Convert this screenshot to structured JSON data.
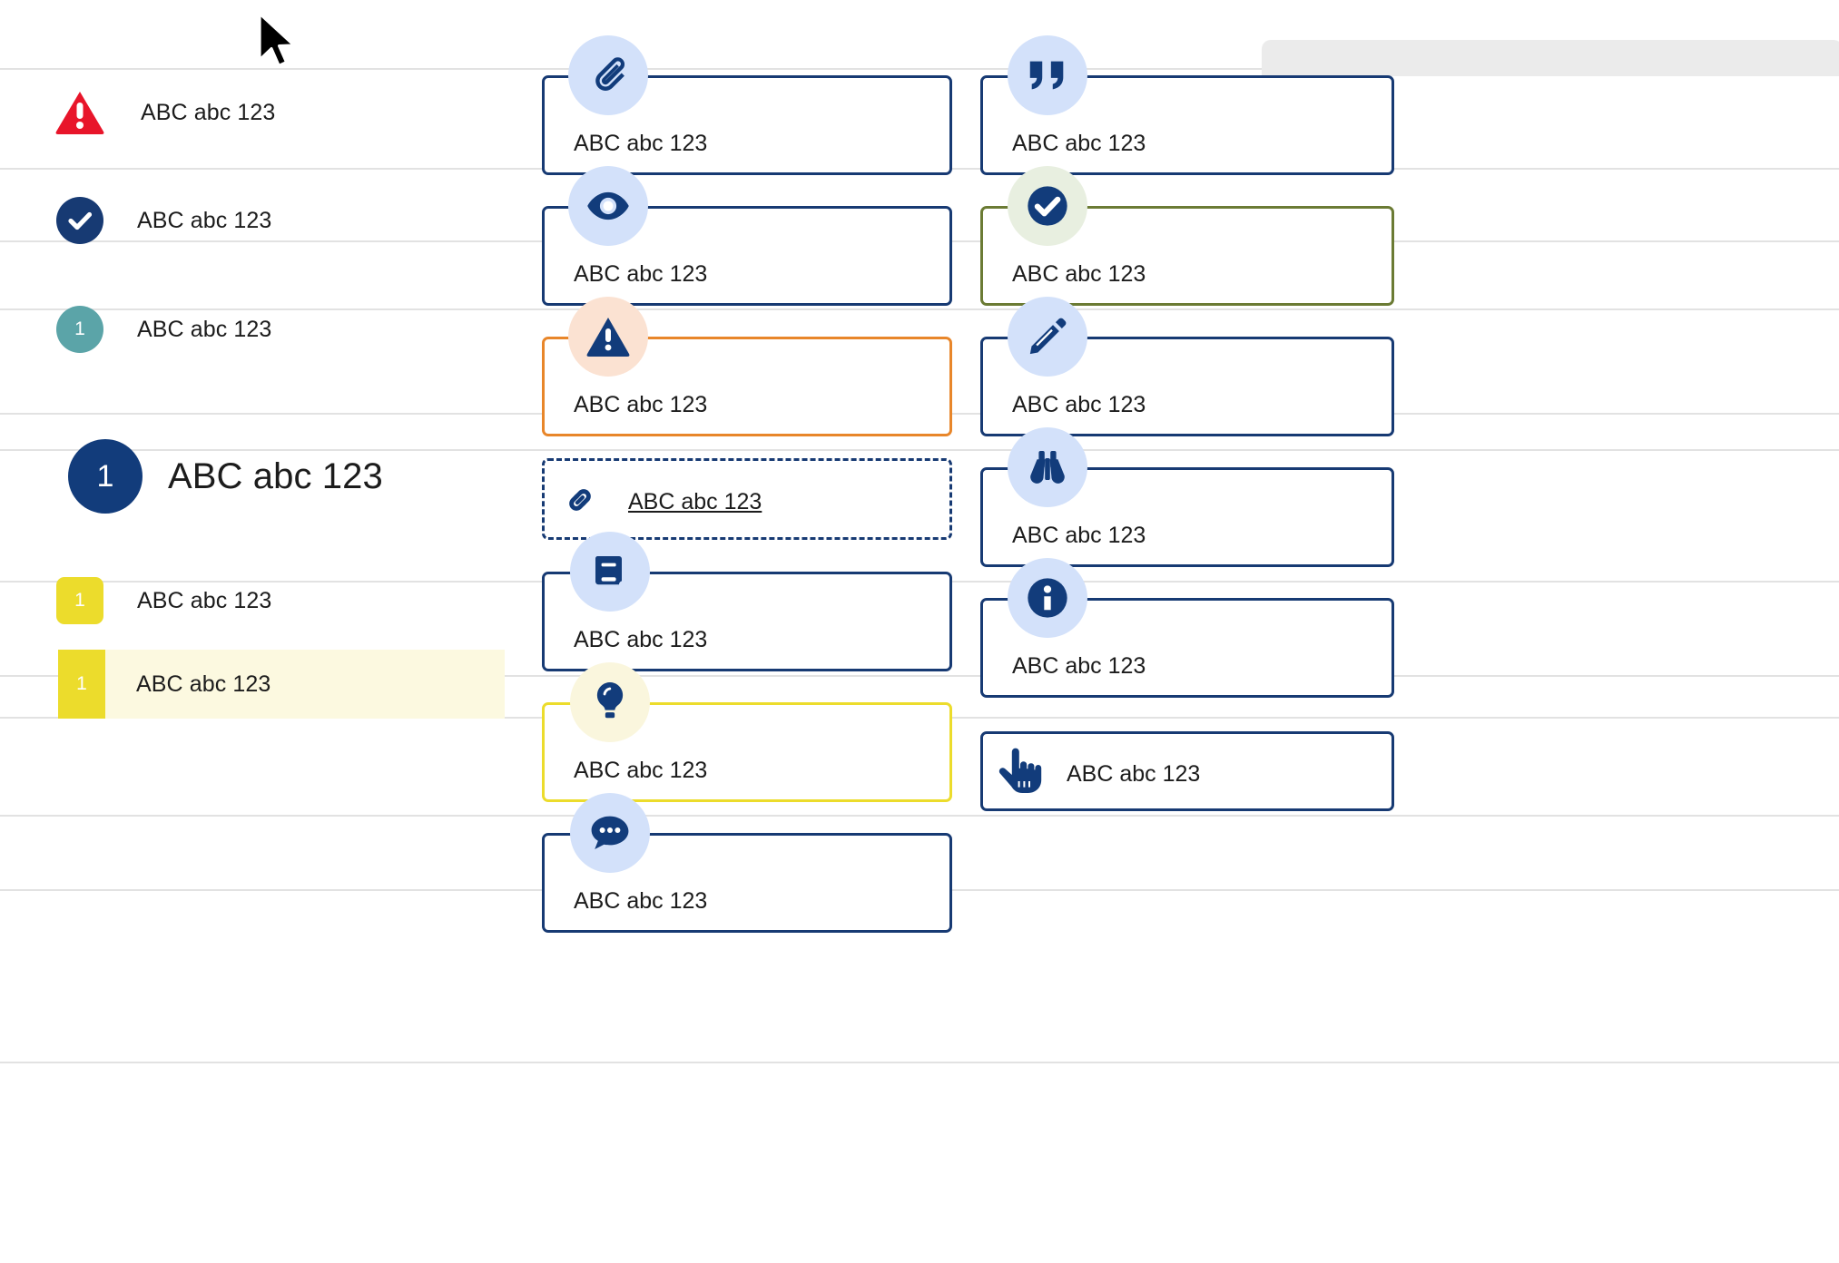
{
  "palette": {
    "navy": "#123c7b",
    "navy_border": "#173a73",
    "red": "#e8152a",
    "teal": "#5ba4a8",
    "yellow": "#ecdc2c",
    "orange": "#e8862a",
    "green": "#6b7b34",
    "badge_blue": "#d3e1fa",
    "badge_peach": "#fbe2d2",
    "badge_mint": "#e8efe0",
    "badge_cream": "#faf6dd",
    "highlight_bg": "#fcf9e0",
    "rule": "#e2e2e2",
    "text": "#1c1c1c"
  },
  "sample_text": "ABC abc 123",
  "sidebar": {
    "items": [
      {
        "icon": "warning-triangle-icon",
        "badge": "",
        "label": "ABC abc 123",
        "style": "triangle-red"
      },
      {
        "icon": "check-circle-icon",
        "badge": "",
        "label": "ABC abc 123",
        "style": "circle-navy"
      },
      {
        "icon": "number-badge-icon",
        "badge": "1",
        "label": "ABC abc 123",
        "style": "circle-teal"
      },
      {
        "icon": "number-badge-icon",
        "badge": "1",
        "label": "ABC abc 123",
        "style": "circle-navy-large"
      },
      {
        "icon": "number-badge-icon",
        "badge": "1",
        "label": "ABC abc 123",
        "style": "square-yellow"
      },
      {
        "icon": "number-badge-icon",
        "badge": "1",
        "label": "ABC abc 123",
        "style": "highlighted-row"
      }
    ]
  },
  "middle_column": {
    "cards": [
      {
        "icon": "paperclip-icon",
        "badge_color": "blue",
        "border": "navy",
        "label": "ABC abc 123"
      },
      {
        "icon": "eye-icon",
        "badge_color": "blue",
        "border": "navy",
        "label": "ABC abc 123"
      },
      {
        "icon": "warning-triangle-icon",
        "badge_color": "peach",
        "border": "orange",
        "label": "ABC abc 123"
      },
      {
        "icon": "link-icon",
        "badge_color": "none",
        "border": "dashed",
        "label": "ABC abc 123"
      },
      {
        "icon": "book-icon",
        "badge_color": "blue",
        "border": "navy",
        "label": "ABC abc 123"
      },
      {
        "icon": "lightbulb-icon",
        "badge_color": "cream",
        "border": "yellow",
        "label": "ABC abc 123"
      },
      {
        "icon": "chat-bubble-icon",
        "badge_color": "blue",
        "border": "navy",
        "label": "ABC abc 123"
      }
    ]
  },
  "right_column": {
    "cards": [
      {
        "icon": "quote-icon",
        "badge_color": "blue",
        "border": "navy",
        "label": "ABC abc 123"
      },
      {
        "icon": "check-circle-icon",
        "badge_color": "mint",
        "border": "green",
        "label": "ABC abc 123"
      },
      {
        "icon": "pencil-icon",
        "badge_color": "blue",
        "border": "navy",
        "label": "ABC abc 123"
      },
      {
        "icon": "binoculars-icon",
        "badge_color": "blue",
        "border": "navy",
        "label": "ABC abc 123"
      },
      {
        "icon": "info-icon",
        "badge_color": "blue",
        "border": "navy",
        "label": "ABC abc 123"
      },
      {
        "icon": "pointing-hand-icon",
        "badge_color": "none",
        "border": "navy",
        "label": "ABC abc 123"
      }
    ]
  }
}
